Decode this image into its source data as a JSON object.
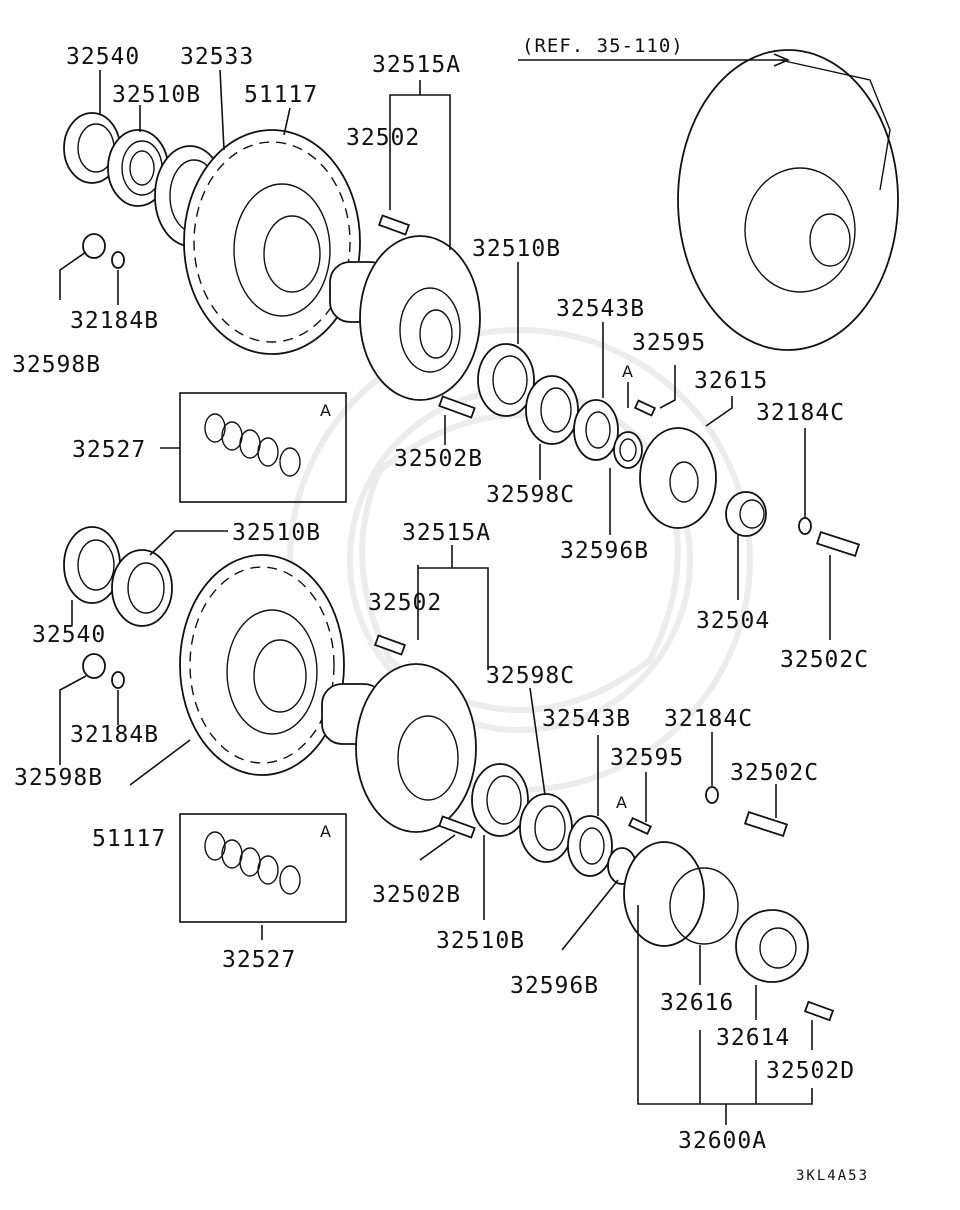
{
  "diagram": {
    "title": "",
    "reference": "(REF. 35-110)",
    "figure_code": "3KL4A53",
    "detail_box_marker": "A"
  },
  "labels": {
    "t_32540": "32540",
    "t_32533": "32533",
    "t_32510B_1": "32510B",
    "t_51117_1": "51117",
    "t_32515A_1": "32515A",
    "t_32502_1": "32502",
    "t_32510B_2": "32510B",
    "t_32184B_1": "32184B",
    "t_32598B_1": "32598B",
    "t_32543B_1": "32543B",
    "t_32595_1": "32595",
    "t_A_1": "A",
    "t_32615": "32615",
    "t_32184C_1": "32184C",
    "t_32527_1": "32527",
    "t_32502B_1": "32502B",
    "t_32598C_1": "32598C",
    "t_32596B_1": "32596B",
    "t_32504": "32504",
    "t_32502C_1": "32502C",
    "t_32510B_3": "32510B",
    "t_32515A_2": "32515A",
    "t_32502_2": "32502",
    "t_32540_2": "32540",
    "t_32598C_2": "32598C",
    "t_32184B_2": "32184B",
    "t_32543B_2": "32543B",
    "t_32184C_2": "32184C",
    "t_32598B_2": "32598B",
    "t_32595_2": "32595",
    "t_A_2": "A",
    "t_32502C_2": "32502C",
    "t_51117_2": "51117",
    "t_32502B_2": "32502B",
    "t_32527_2": "32527",
    "t_32510B_4": "32510B",
    "t_32596B_2": "32596B",
    "t_32616": "32616",
    "t_32614": "32614",
    "t_32502D": "32502D",
    "t_32600A": "32600A"
  }
}
